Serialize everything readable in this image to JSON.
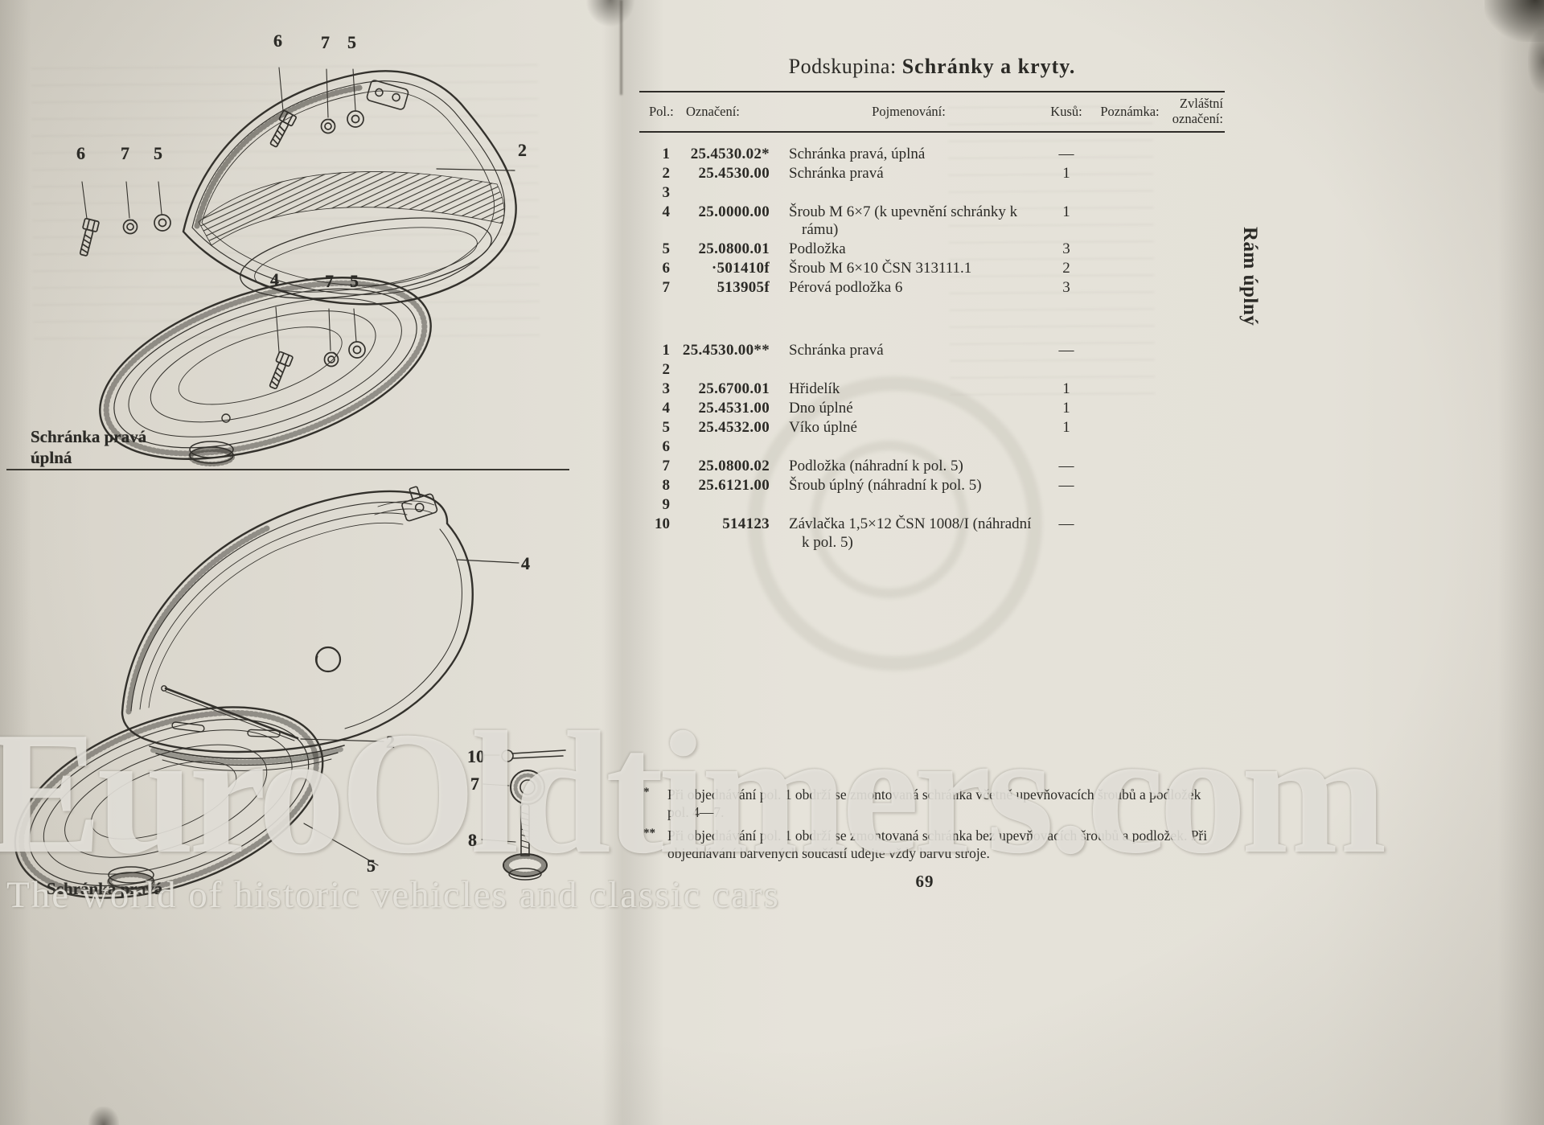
{
  "title": {
    "prefix": "Podskupina:",
    "main": "Schránky a kryty."
  },
  "side_tab": "Rám úplný",
  "page_number": "69",
  "figures": {
    "top": {
      "caption_line1": "Schránka pravá",
      "caption_line2": "úplná",
      "callouts": [
        "6",
        "7",
        "5",
        "6",
        "7",
        "5",
        "4",
        "7",
        "5",
        "2"
      ]
    },
    "bottom": {
      "caption": "Schránka pravá",
      "callouts": [
        "4",
        "2",
        "10",
        "7",
        "8",
        "5"
      ]
    }
  },
  "table": {
    "headers": {
      "pol": "Pol.:",
      "ozn": "Označení:",
      "name": "Pojmenování:",
      "qty": "Kusů:",
      "note": "Poznámka:",
      "special_line1": "Zvláštní",
      "special_line2": "označení:"
    },
    "group1": [
      {
        "pol": "1",
        "ozn": "25.4530.02*",
        "name": "Schránka pravá, úplná",
        "qty": "—"
      },
      {
        "pol": "2",
        "ozn": "25.4530.00",
        "name": "Schránka pravá",
        "qty": "1"
      },
      {
        "pol": "3",
        "ozn": "",
        "name": "",
        "qty": ""
      },
      {
        "pol": "4",
        "ozn": "25.0000.00",
        "name": "Šroub M 6×7 (k upevnění schránky k rámu)",
        "qty": "1"
      },
      {
        "pol": "5",
        "ozn": "25.0800.01",
        "name": "Podložka",
        "qty": "3"
      },
      {
        "pol": "6",
        "ozn": "·501410f",
        "name": "Šroub M 6×10 ČSN 313111.1",
        "qty": "2"
      },
      {
        "pol": "7",
        "ozn": "513905f",
        "name": "Pérová podložka 6",
        "qty": "3"
      }
    ],
    "group2": [
      {
        "pol": "1",
        "ozn": "25.4530.00**",
        "name": "Schránka pravá",
        "qty": "—"
      },
      {
        "pol": "2",
        "ozn": "",
        "name": "",
        "qty": ""
      },
      {
        "pol": "3",
        "ozn": "25.6700.01",
        "name": "Hřidelík",
        "qty": "1"
      },
      {
        "pol": "4",
        "ozn": "25.4531.00",
        "name": "Dno úplné",
        "qty": "1"
      },
      {
        "pol": "5",
        "ozn": "25.4532.00",
        "name": "Víko úplné",
        "qty": "1"
      },
      {
        "pol": "6",
        "ozn": "",
        "name": "",
        "qty": ""
      },
      {
        "pol": "7",
        "ozn": "25.0800.02",
        "name": "Podložka (náhradní k pol. 5)",
        "qty": "—"
      },
      {
        "pol": "8",
        "ozn": "25.6121.00",
        "name": "Šroub úplný (náhradní k pol. 5)",
        "qty": "—"
      },
      {
        "pol": "9",
        "ozn": "",
        "name": "",
        "qty": ""
      },
      {
        "pol": "10",
        "ozn": "514123",
        "name": "Závlačka 1,5×12 ČSN 1008/I (náhradní k pol. 5)",
        "qty": "—"
      }
    ]
  },
  "footnotes": [
    {
      "marker": "*",
      "text": "Při objednávání pol. 1 obdrží se zmontovaná schránka včetně upevňovacích šroubů a podložek pol. 4—7."
    },
    {
      "marker": "**",
      "text": "Při objednávání pol. 1 obdrží se zmontovaná schránka bez upevňovacích šroubů a podložek. Při objednávání barvených součástí udejte vždy barvu stroje."
    }
  ],
  "watermark": {
    "main": "EuroOldtimers.com",
    "sub": "The world of historic vehicles and classic cars"
  }
}
